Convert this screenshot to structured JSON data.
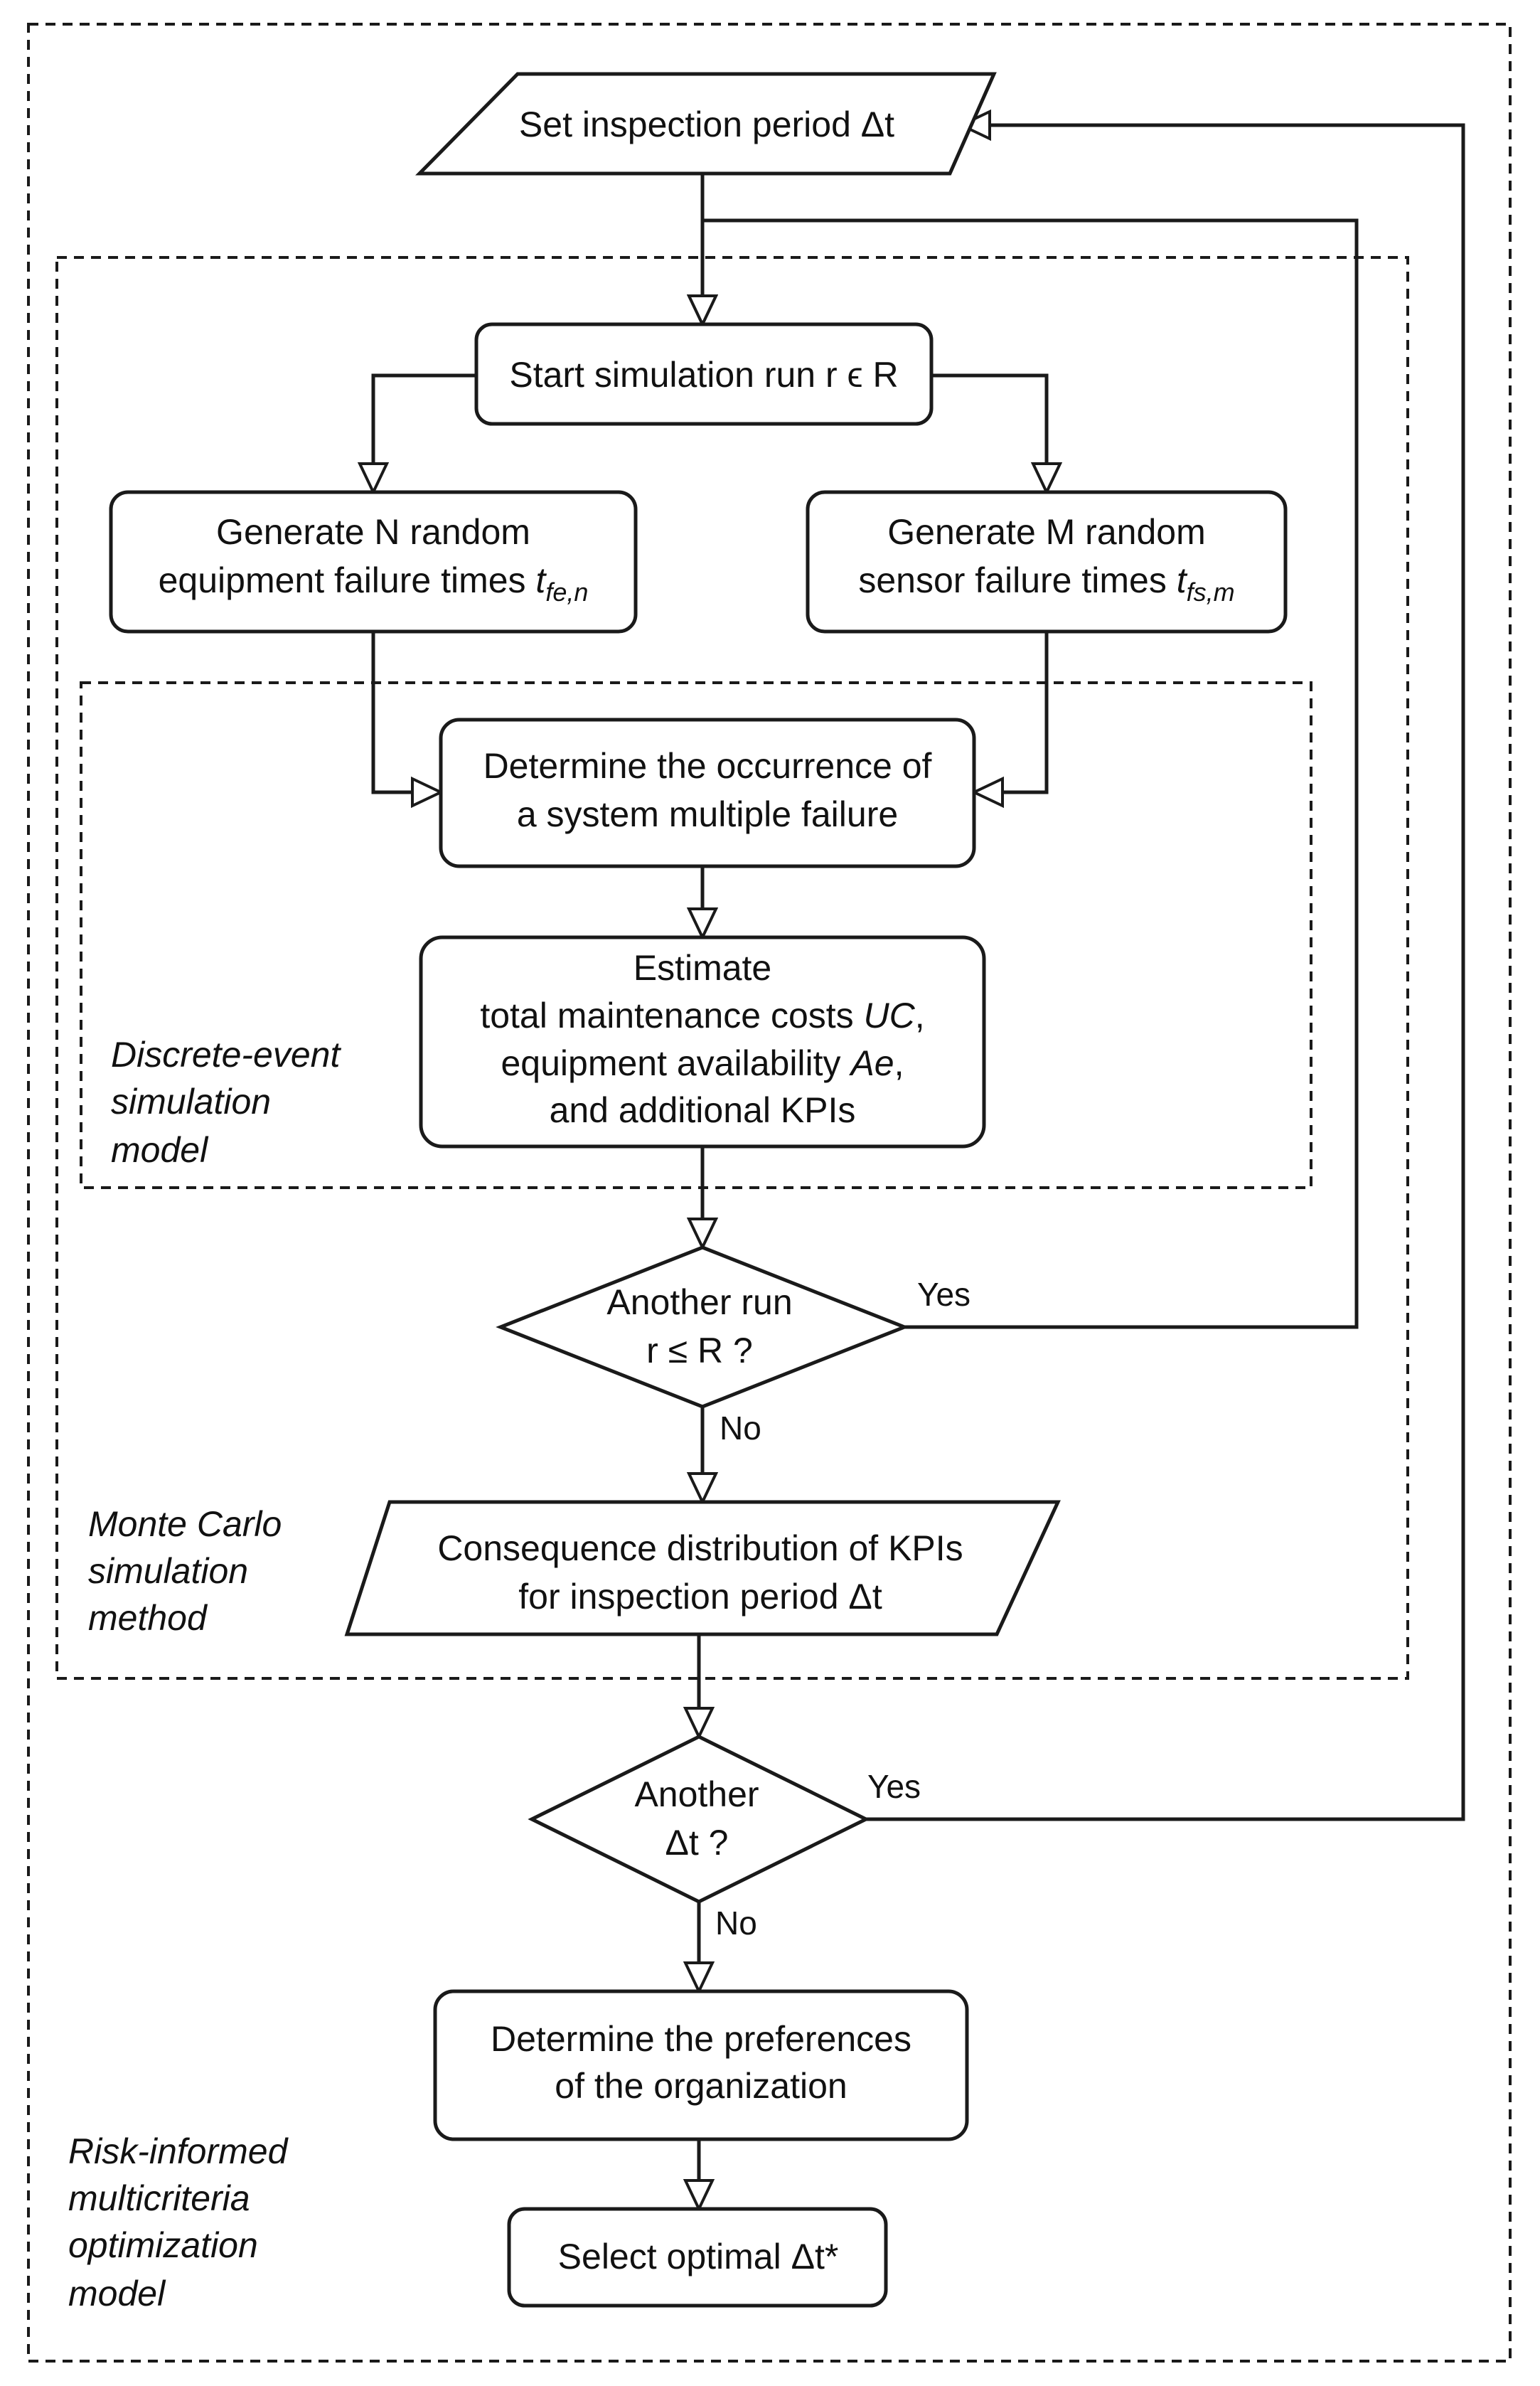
{
  "groups": {
    "outer": "Risk-informed multicriteria optimization model",
    "monte_carlo": "Monte Carlo simulation method",
    "discrete_event": "Discrete-event simulation model"
  },
  "nodes": {
    "set_period": "Set inspection period Δt",
    "start_run": "Start simulation run r ϵ R",
    "gen_equipment": "Generate N random equipment failure times t_fe,n",
    "gen_sensor": "Generate M random sensor failure times t_fs,m",
    "determine_occurrence": "Determine the occurrence of a system multiple failure",
    "estimate": "Estimate total maintenance costs UC, equipment availability Ae, and additional KPIs",
    "another_run": "Another run r ≤ R ?",
    "consequence": "Consequence distribution of KPIs for inspection period Δt",
    "another_dt": "Another Δt ?",
    "preferences": "Determine the preferences of the organization",
    "select_optimal": "Select optimal Δt*"
  },
  "edge_labels": {
    "run_yes": "Yes",
    "run_no": "No",
    "dt_yes": "Yes",
    "dt_no": "No"
  },
  "display": {
    "outer_lines": [
      "Risk-informed",
      "multicriteria",
      "optimization",
      "model"
    ],
    "monte_carlo_lines": [
      "Monte Carlo",
      "simulation",
      "method"
    ],
    "discrete_event_lines": [
      "Discrete-event",
      "simulation",
      "model"
    ],
    "set_period": "Set inspection period Δt",
    "start_run": "Start simulation run r ϵ R",
    "gen_equipment_line1": "Generate N random",
    "gen_equipment_line2": "equipment failure times ",
    "gen_equipment_var": "t",
    "gen_equipment_sub": "fe,n",
    "gen_sensor_line1": "Generate M random",
    "gen_sensor_line2": "sensor failure times ",
    "gen_sensor_var": "t",
    "gen_sensor_sub": "fs,m",
    "determine_lines": [
      "Determine the occurrence of",
      "a system multiple failure"
    ],
    "estimate_line1": "Estimate",
    "estimate_line2_a": "total maintenance costs ",
    "estimate_line2_var": "UC",
    "estimate_line2_b": ",",
    "estimate_line3_a": "equipment availability ",
    "estimate_line3_var": "Ae",
    "estimate_line3_b": ",",
    "estimate_line4": "and additional KPIs",
    "another_run_lines": [
      "Another run",
      "r ≤ R ?"
    ],
    "consequence_lines": [
      "Consequence distribution of KPIs",
      "for inspection period Δt"
    ],
    "another_dt_lines": [
      "Another",
      "Δt ?"
    ],
    "preferences_lines": [
      "Determine the preferences",
      "of the organization"
    ],
    "select_optimal": "Select optimal Δt*"
  }
}
